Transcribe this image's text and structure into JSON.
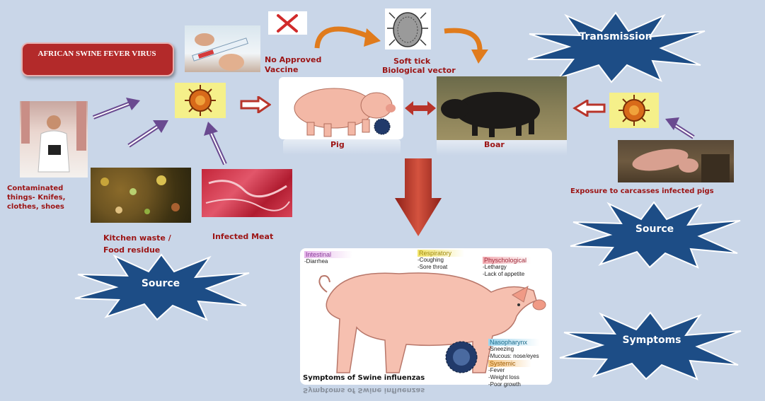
{
  "title": "AFRICAN SWINE FEVER VIRUS",
  "labels": {
    "no_vaccine": "No Approved\nVaccine",
    "soft_tick": "Soft tick",
    "bio_vector": "Biological vector",
    "pig": "Pig",
    "boar": "Boar",
    "contaminated": "Contaminated\nthings- Knifes,\nclothes, shoes",
    "kitchen_waste": "Kitchen waste /\nFood residue",
    "infected_meat": "Infected Meat",
    "exposure": "Exposure to carcasses infected pigs"
  },
  "stars": {
    "transmission": "Transmission",
    "source_left": "Source",
    "source_right": "Source",
    "symptoms": "Symptoms"
  },
  "symptom_box": {
    "title": "Symptoms of Swine influenzas",
    "reflection": "Symptoms of Swine influenzas",
    "groups": {
      "intestinal": {
        "title": "Intestinal",
        "items": [
          "-Diarrhea"
        ]
      },
      "respiratory": {
        "title": "Respiratory",
        "items": [
          "-Coughing",
          "-Sore throat"
        ]
      },
      "physchological": {
        "title": "Physchological",
        "items": [
          "-Lethargy",
          "-Lack of appetite"
        ]
      },
      "nasopharynx": {
        "title": "Nasopharynx",
        "items": [
          "-Sneezing",
          "-Mucous: nose/eyes"
        ]
      },
      "systemic": {
        "title": "Systemic",
        "items": [
          "-Fever",
          "-Weight loss",
          "-Poor growth"
        ]
      }
    }
  },
  "colors": {
    "background": "#c9d6e8",
    "label_red": "#9c1414",
    "star_blue": "#1d4d86",
    "arrow_purple": "#6a4a90",
    "arrow_orange": "#e07b1c",
    "big_arrow": "#b8342a"
  }
}
